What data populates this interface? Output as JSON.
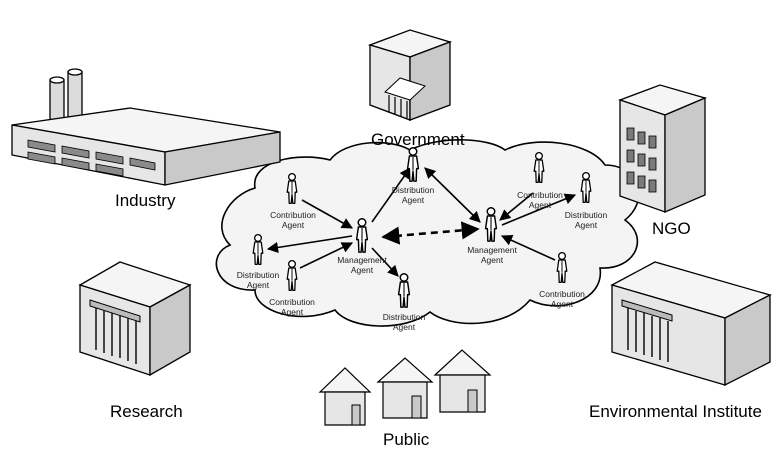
{
  "stakeholders": {
    "government": "Government",
    "industry": "Industry",
    "ngo": "NGO",
    "research": "Research",
    "environmental_institute": "Environmental Institute",
    "public": "Public"
  },
  "agents": {
    "distribution_top": [
      "Distribution",
      "Agent"
    ],
    "contribution_left_top": [
      "Contribution",
      "Agent"
    ],
    "distribution_left": [
      "Distribution",
      "Agent"
    ],
    "contribution_left_bottom": [
      "Contribution",
      "Agent"
    ],
    "management_left": [
      "Management",
      "Agent"
    ],
    "distribution_bottom": [
      "Distribution",
      "Agent"
    ],
    "management_right": [
      "Management",
      "Agent"
    ],
    "contribution_right_top": [
      "Contribution",
      "Agent"
    ],
    "distribution_right": [
      "Distribution",
      "Agent"
    ],
    "contribution_right_bottom": [
      "Contribution",
      "Agent"
    ]
  },
  "colors": {
    "stroke": "#000000",
    "cloud_fill": "#f4f4f4",
    "building_front": "#e6e6e6",
    "building_side": "#c9c9c9",
    "building_roof": "#f5f5f5",
    "window": "#8a8a8a"
  }
}
